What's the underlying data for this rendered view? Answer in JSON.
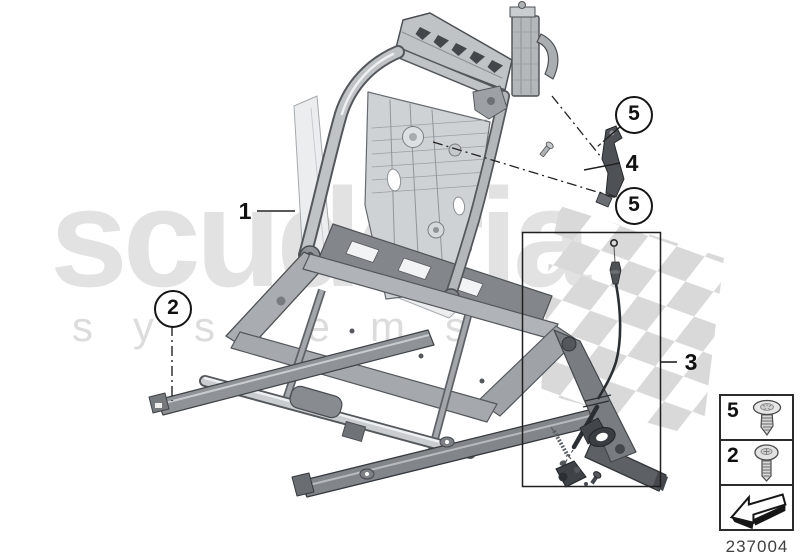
{
  "watermark": {
    "brand": "scuderia",
    "subtitle": "systems"
  },
  "callouts": {
    "one": "1",
    "two": "2",
    "three": "3",
    "four": "4",
    "five_upper": "5",
    "five_lower": "5"
  },
  "legend": {
    "rows": [
      {
        "label": "5",
        "icon": "flange-torx-screw-icon"
      },
      {
        "label": "2",
        "icon": "pan-head-screw-icon"
      }
    ],
    "arrow_icon": "direction-of-travel-arrow-icon"
  },
  "footer": {
    "diagram_number": "237004"
  },
  "colors": {
    "line": "#2f3337",
    "metal_light": "#c9cdd0",
    "metal_mid": "#a7abaf",
    "metal_dark": "#5d6165",
    "watermark_text": "#e2e2e2",
    "flag": "#d9d9d9",
    "callout": "#111111"
  }
}
